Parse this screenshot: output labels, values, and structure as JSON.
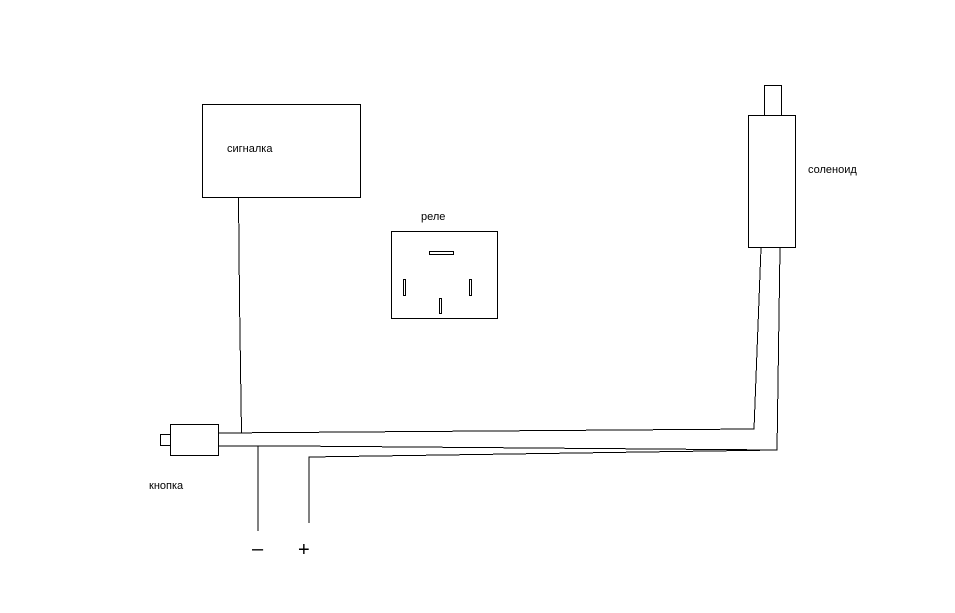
{
  "labels": {
    "alarm": "сигналка",
    "relay": "реле",
    "solenoid": "соленоид",
    "button": "кнопка"
  },
  "terminals": {
    "minus": "–",
    "plus": "+"
  },
  "colors": {
    "line": "#000000",
    "background": "#ffffff"
  }
}
